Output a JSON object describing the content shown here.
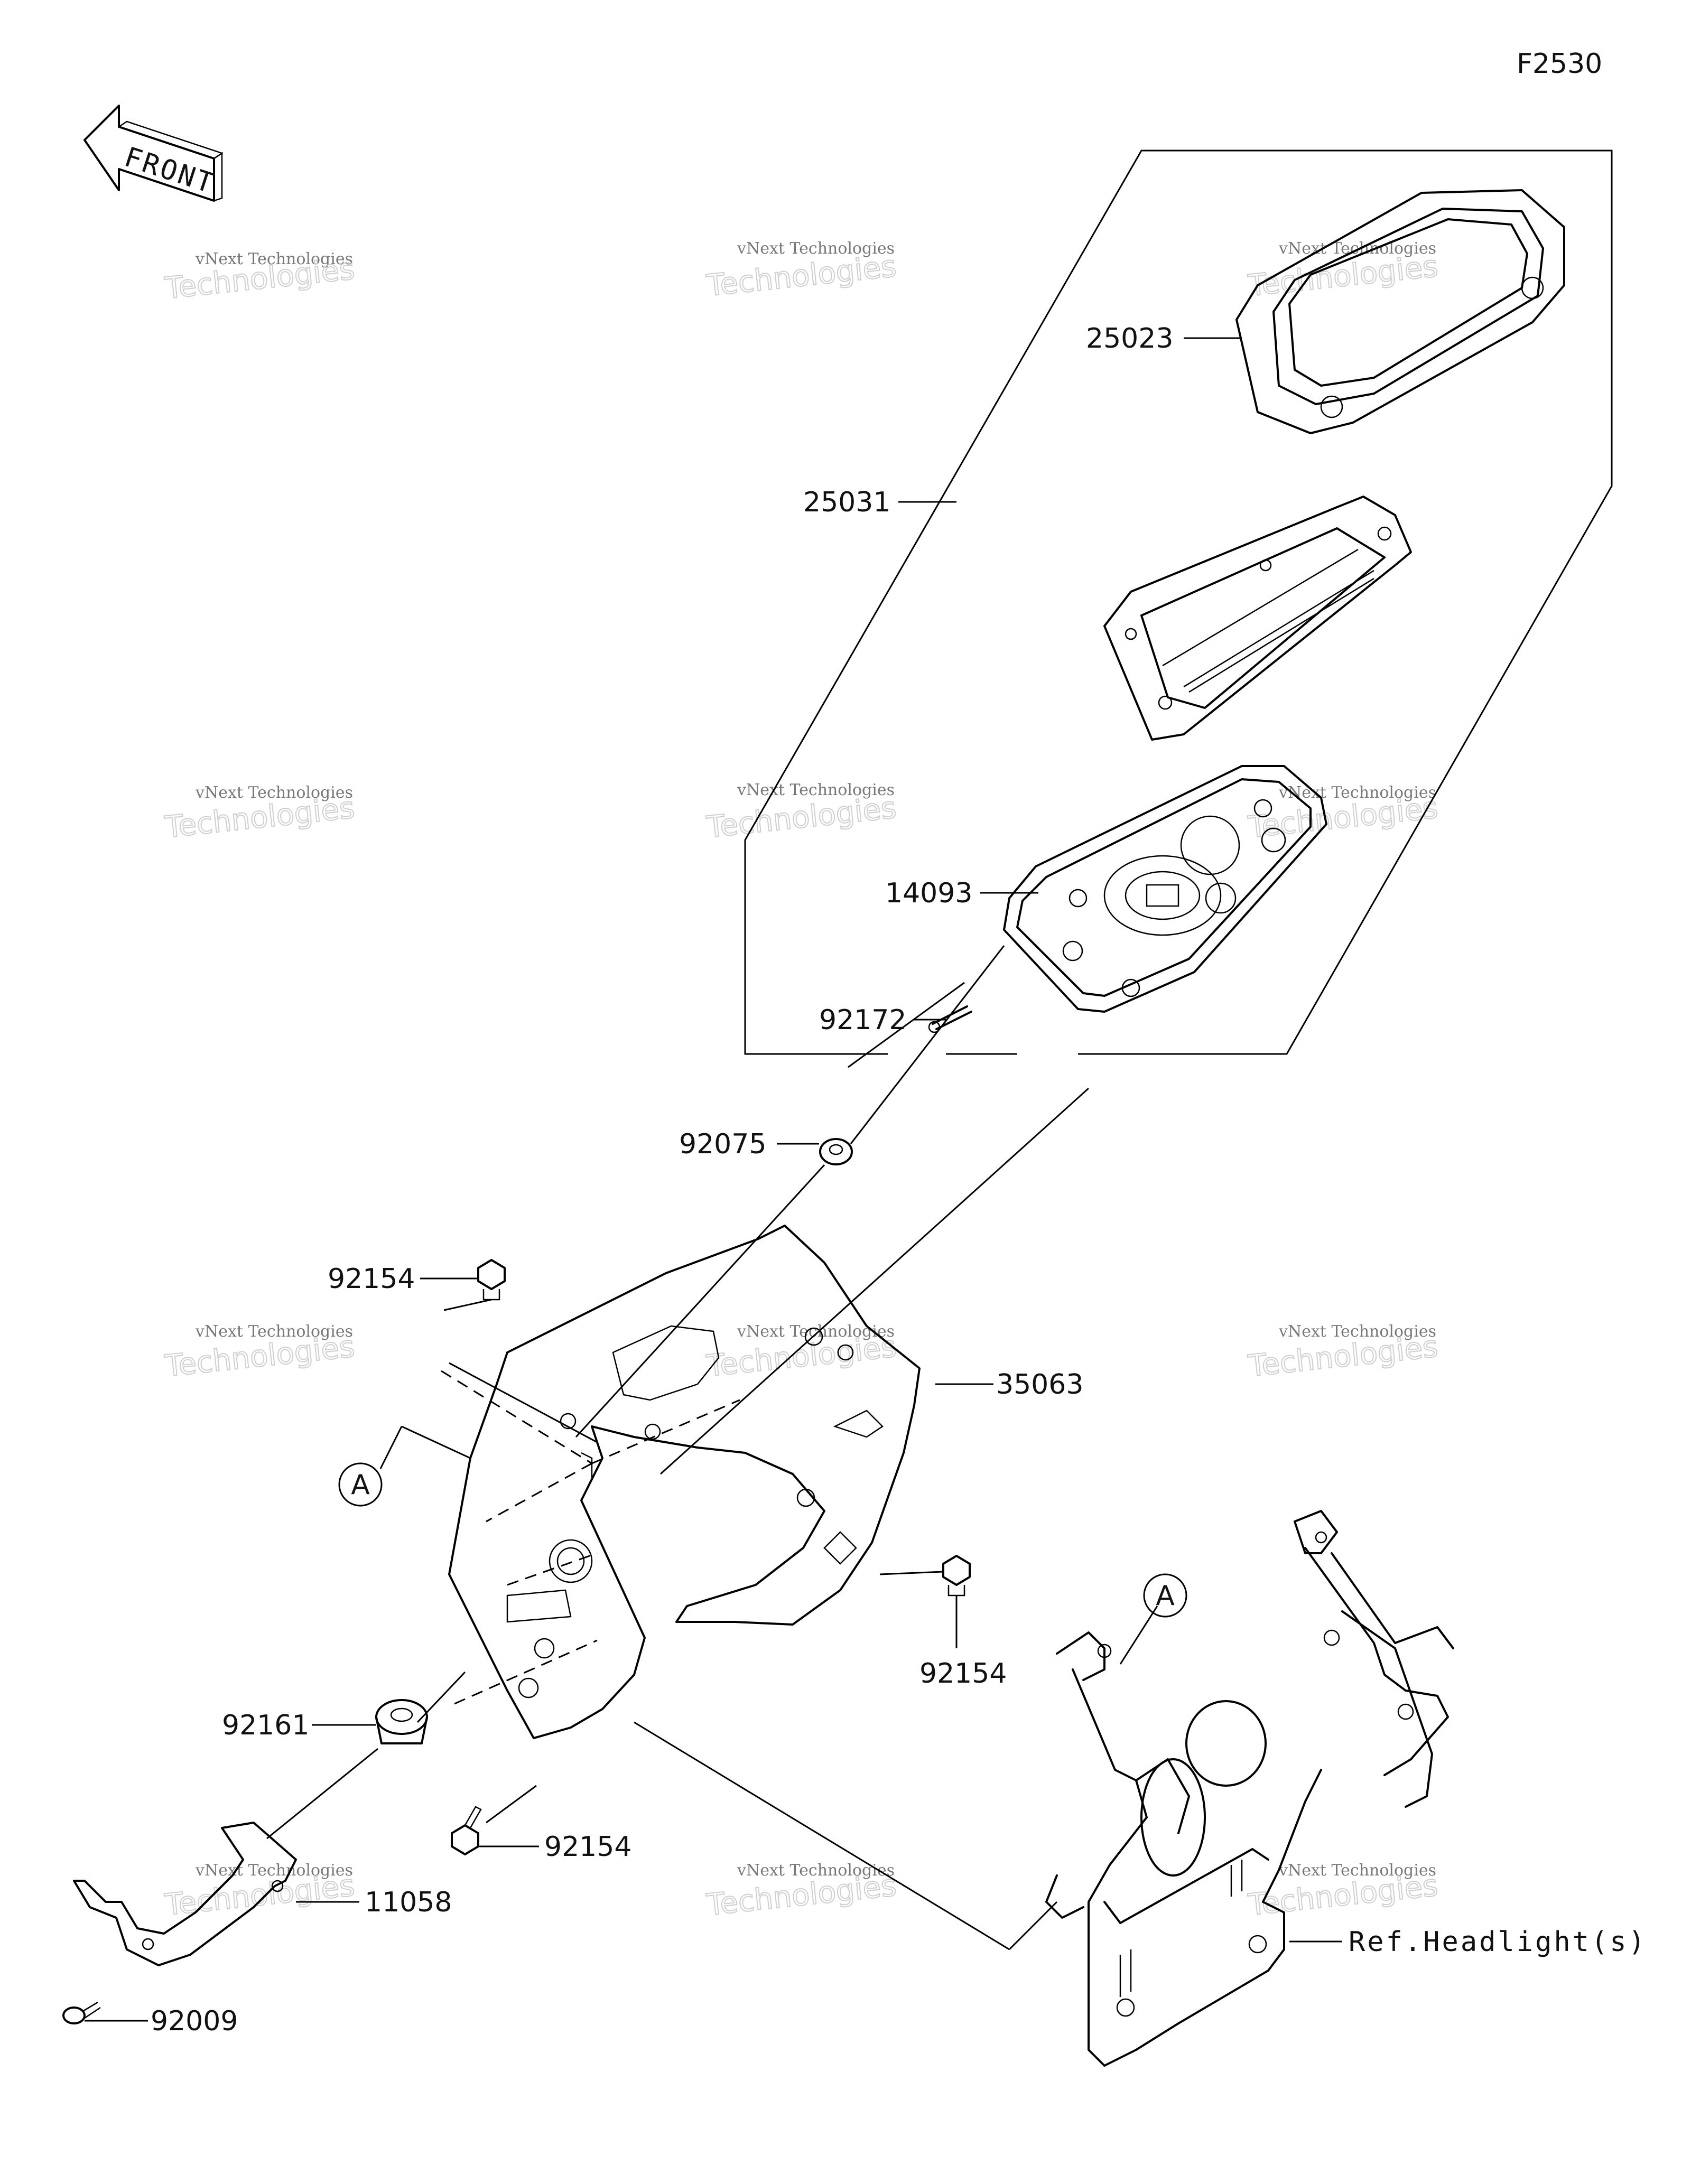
{
  "diagram": {
    "figure_code": "F2530",
    "front_arrow_label": "FRONT",
    "watermark": {
      "line1": "vNext Technologies",
      "line2": "Technologies"
    },
    "callouts": [
      {
        "id": "25023",
        "text": "25023"
      },
      {
        "id": "25031",
        "text": "25031"
      },
      {
        "id": "14093",
        "text": "14093"
      },
      {
        "id": "92172",
        "text": "92172"
      },
      {
        "id": "92075",
        "text": "92075"
      },
      {
        "id": "92154a",
        "text": "92154"
      },
      {
        "id": "35063",
        "text": "35063"
      },
      {
        "id": "92154b",
        "text": "92154"
      },
      {
        "id": "92161",
        "text": "92161"
      },
      {
        "id": "92154c",
        "text": "92154"
      },
      {
        "id": "11058",
        "text": "11058"
      },
      {
        "id": "92009",
        "text": "92009"
      },
      {
        "id": "ref-headlight",
        "text": "Ref.Headlight(s)"
      }
    ],
    "reference_markers": [
      {
        "id": "A-left",
        "text": "A"
      },
      {
        "id": "A-right",
        "text": "A"
      }
    ]
  }
}
